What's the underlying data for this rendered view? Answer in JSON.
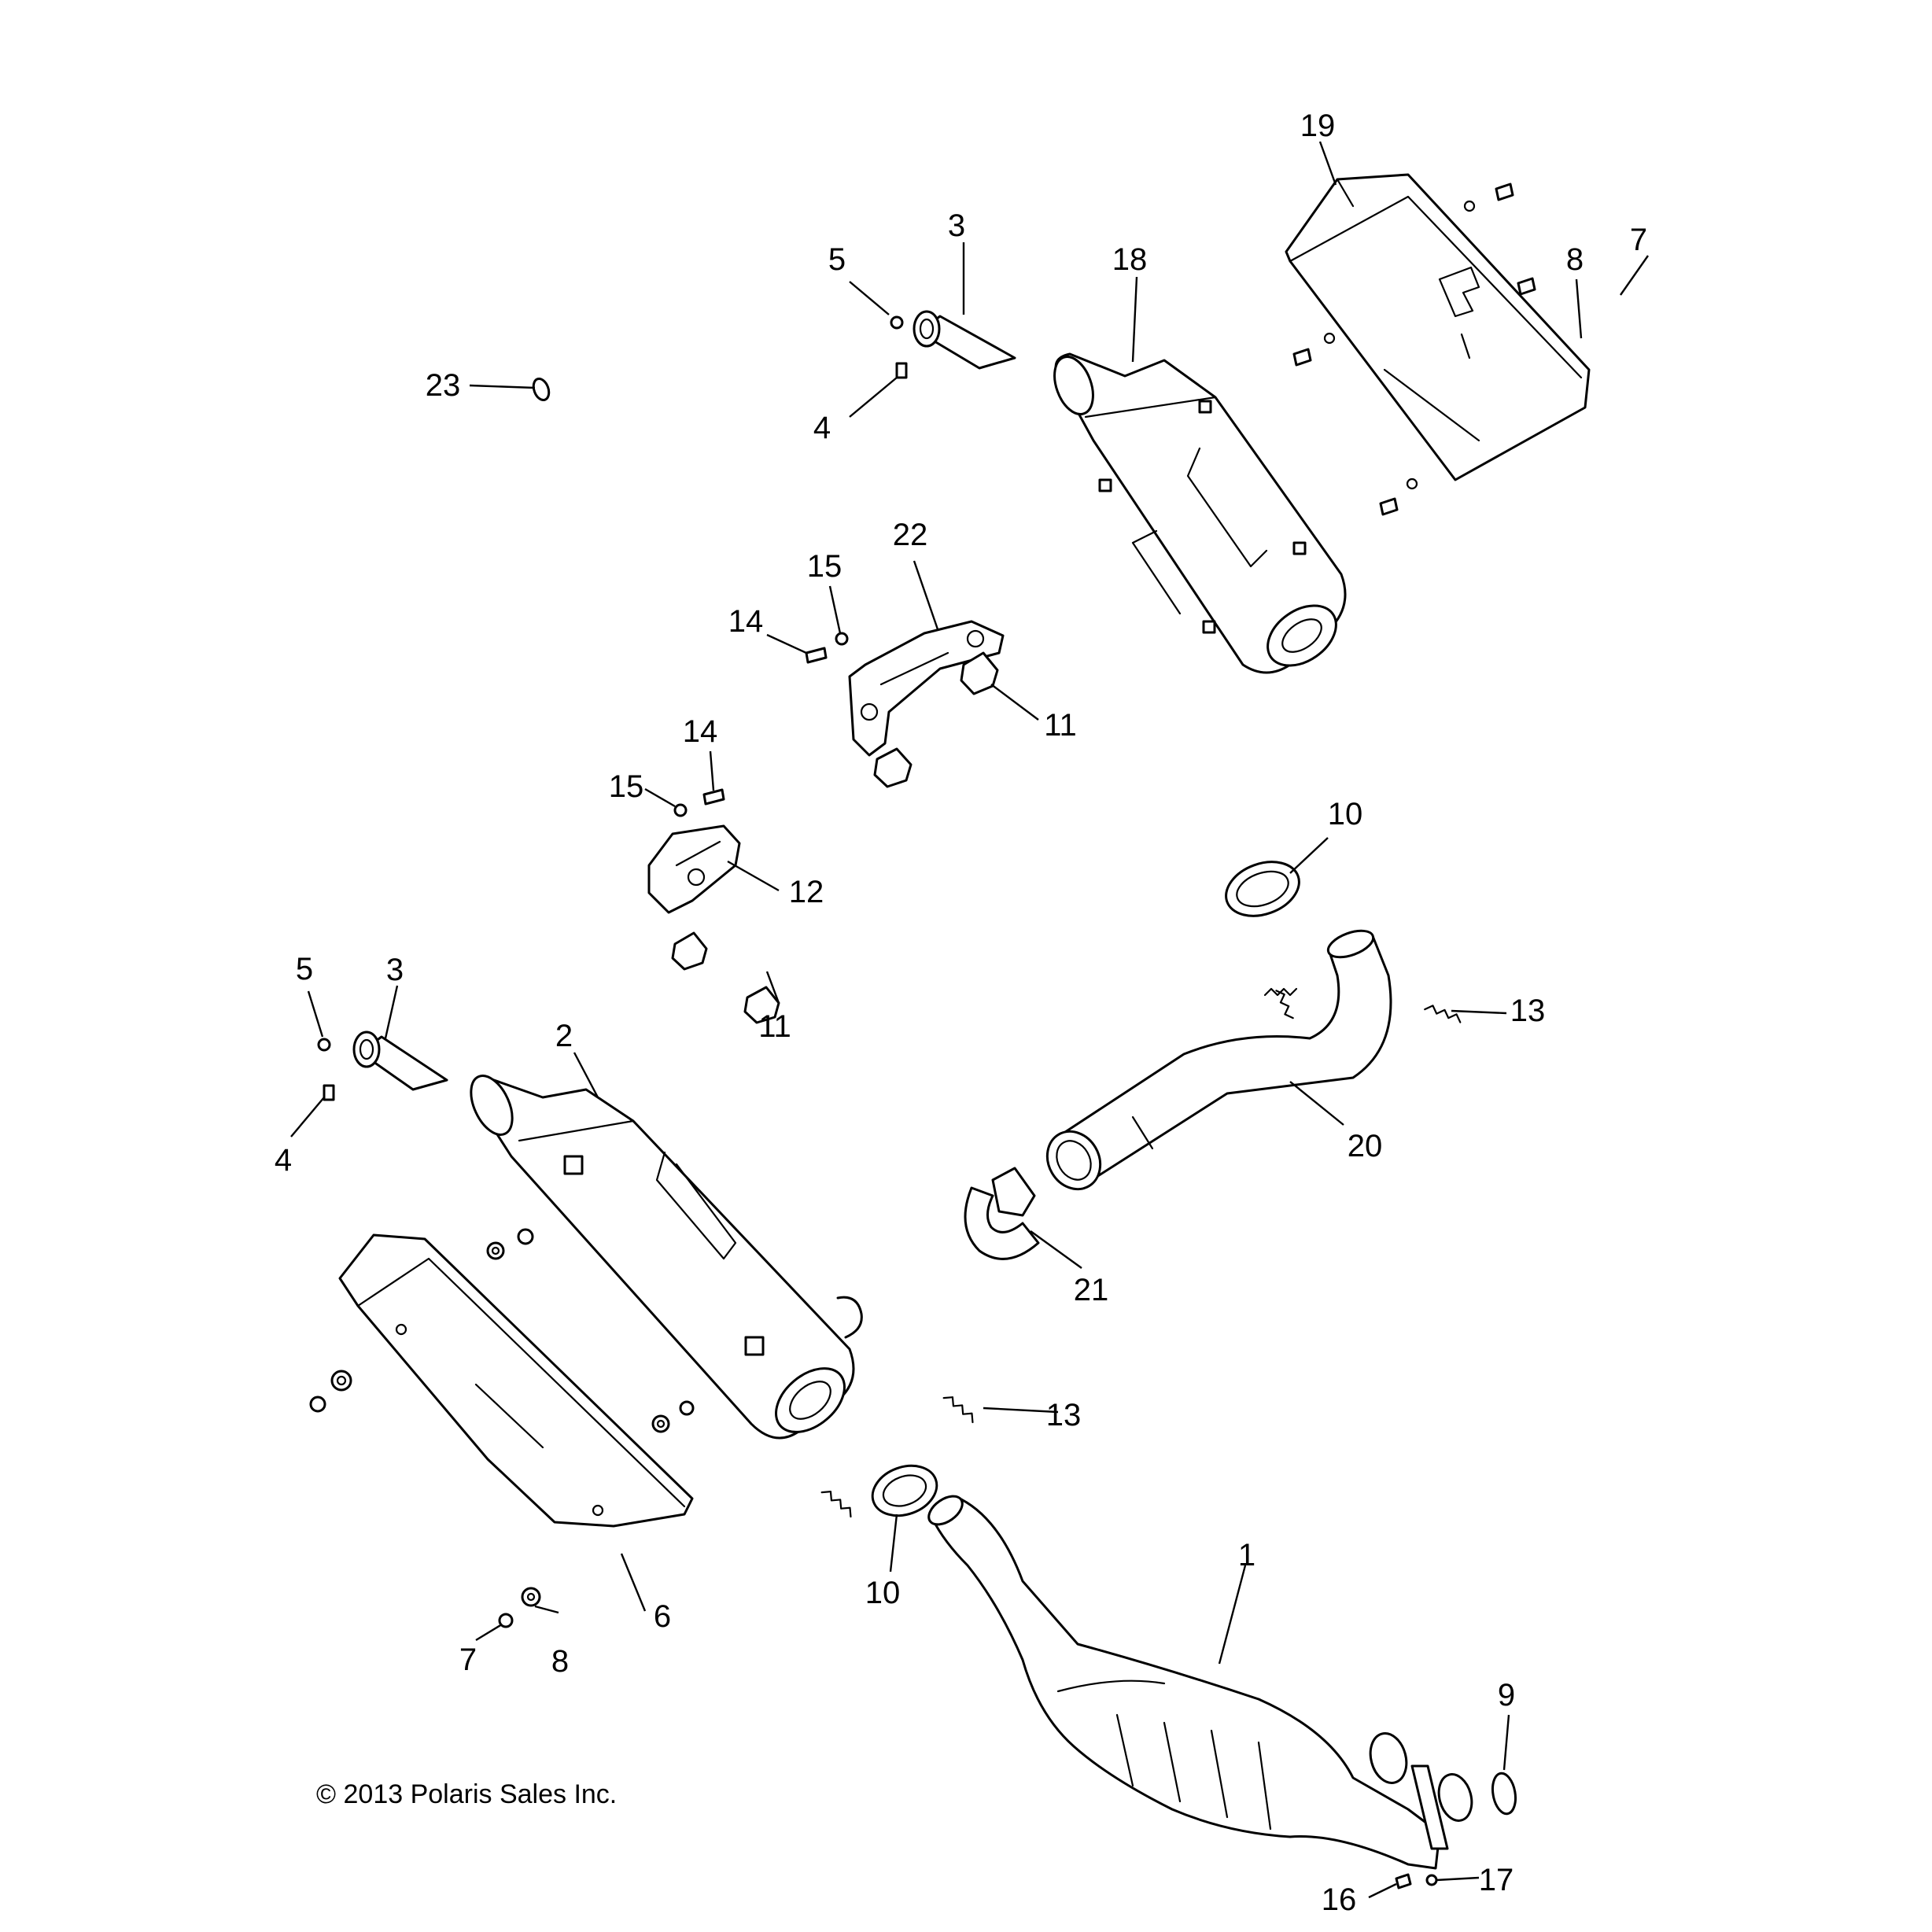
{
  "copyright": "© 2013 Polaris Sales Inc.",
  "callouts": [
    {
      "id": "c1",
      "label": "1"
    },
    {
      "id": "c2",
      "label": "2"
    },
    {
      "id": "c3a",
      "label": "3"
    },
    {
      "id": "c3b",
      "label": "3"
    },
    {
      "id": "c4a",
      "label": "4"
    },
    {
      "id": "c4b",
      "label": "4"
    },
    {
      "id": "c5a",
      "label": "5"
    },
    {
      "id": "c5b",
      "label": "5"
    },
    {
      "id": "c6",
      "label": "6"
    },
    {
      "id": "c7a",
      "label": "7"
    },
    {
      "id": "c7b",
      "label": "7"
    },
    {
      "id": "c8a",
      "label": "8"
    },
    {
      "id": "c8b",
      "label": "8"
    },
    {
      "id": "c9",
      "label": "9"
    },
    {
      "id": "c10a",
      "label": "10"
    },
    {
      "id": "c10b",
      "label": "10"
    },
    {
      "id": "c11a",
      "label": "11"
    },
    {
      "id": "c11b",
      "label": "11"
    },
    {
      "id": "c12",
      "label": "12"
    },
    {
      "id": "c13a",
      "label": "13"
    },
    {
      "id": "c13b",
      "label": "13"
    },
    {
      "id": "c14a",
      "label": "14"
    },
    {
      "id": "c14b",
      "label": "14"
    },
    {
      "id": "c15a",
      "label": "15"
    },
    {
      "id": "c15b",
      "label": "15"
    },
    {
      "id": "c16",
      "label": "16"
    },
    {
      "id": "c17",
      "label": "17"
    },
    {
      "id": "c18",
      "label": "18"
    },
    {
      "id": "c19",
      "label": "19"
    },
    {
      "id": "c20",
      "label": "20"
    },
    {
      "id": "c21",
      "label": "21"
    },
    {
      "id": "c22",
      "label": "22"
    },
    {
      "id": "c23",
      "label": "23"
    }
  ]
}
